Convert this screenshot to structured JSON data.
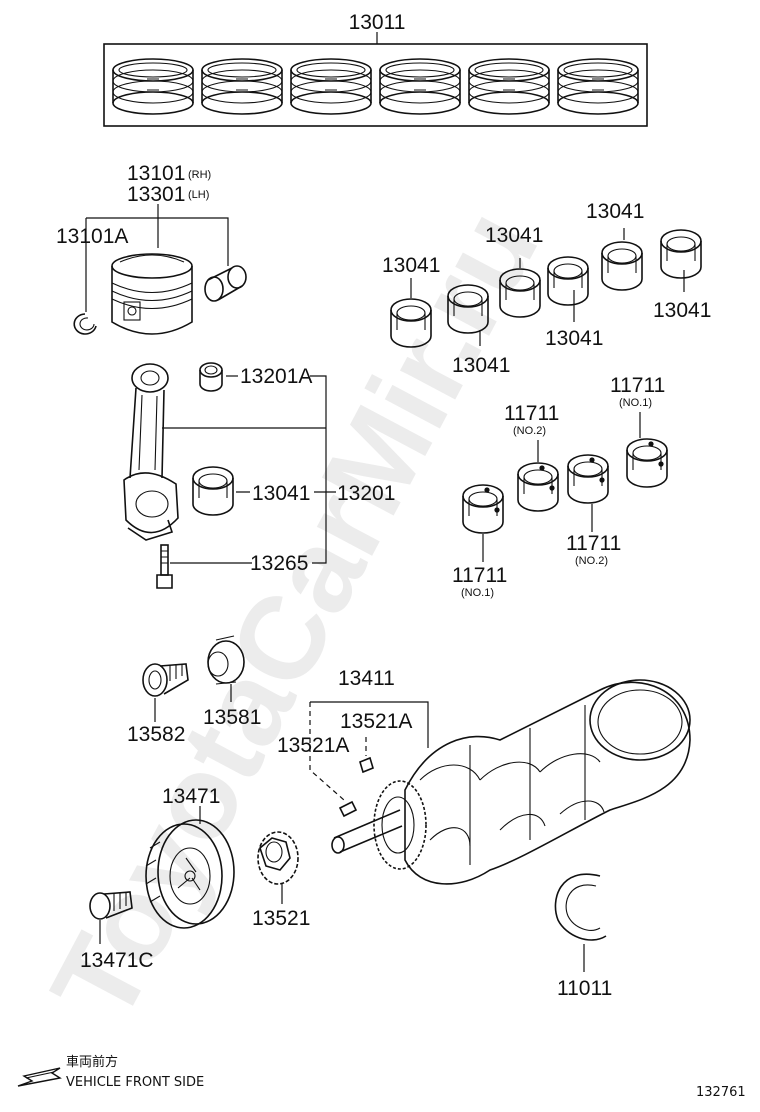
{
  "watermark": "ToyotaCarMir.ru",
  "figure_id": "132761",
  "direction_note": {
    "japanese": "車両前方",
    "english": "VEHICLE FRONT SIDE"
  },
  "labels": {
    "piston_ring_set": "13011",
    "piston_rh": "13101",
    "rh_suffix": "(RH)",
    "piston_lh": "13301",
    "lh_suffix": "(LH)",
    "piston_pin_snap_ring": "13101A",
    "crankshaft_bearing": "13041",
    "bushing": "13201A",
    "conrod_bearing": "13041",
    "conrod_assy": "13201",
    "conrod_bolt": "13265",
    "main_bearing": "11711",
    "no1": "(NO.1)",
    "no2": "(NO.2)",
    "crank_bolt": "13582",
    "washer": "13581",
    "crankshaft": "13411",
    "key": "13521A",
    "pulley": "13471",
    "pulley_bolt": "13471C",
    "timing_gear": "13521",
    "thrust_washer": "11011"
  }
}
